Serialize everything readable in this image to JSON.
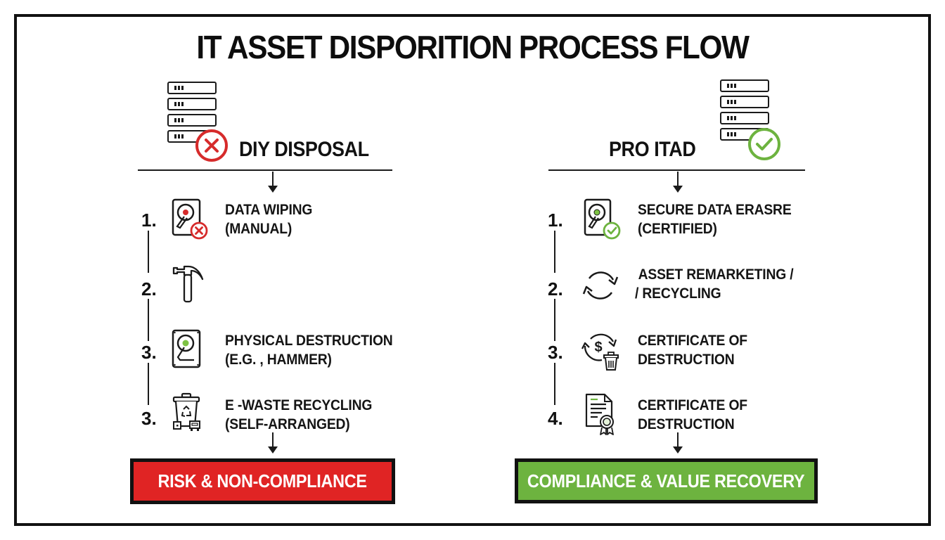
{
  "title": "IT ASSET DISPORITION PROCESS FLOW",
  "colors": {
    "risk_red": "#E02424",
    "success_green": "#6DB33F",
    "ink": "#111111",
    "frame": "#111111"
  },
  "left_column": {
    "heading": "DIY DISPOSAL",
    "header_icon": "server-stack-icon",
    "status_icon": "x-circle-icon",
    "steps": [
      {
        "number": "1.",
        "icon": "hard-drive-x-icon",
        "line1": "DATA WIPING",
        "line2": "(MANUAL)"
      },
      {
        "number": "2.",
        "icon": "hammer-icon",
        "line1": "",
        "line2": ""
      },
      {
        "number": "3.",
        "icon": "hard-drive-icon",
        "line1": "PHYSICAL DESTRUCTION",
        "line2": "(E.G. , HAMMER)"
      },
      {
        "number": "3.",
        "icon": "recycle-bin-icon",
        "line1": "E -WASTE RECYCLING",
        "line2": "(SELF-ARRANGED)"
      }
    ],
    "outcome": "RISK & NON-COMPLIANCE"
  },
  "right_column": {
    "heading": "PRO ITAD",
    "header_icon": "server-stack-icon",
    "status_icon": "check-circle-icon",
    "steps": [
      {
        "number": "1.",
        "icon": "hard-drive-check-icon",
        "line1": "SECURE DATA ERASRE",
        "line2": "(CERTIFIED)"
      },
      {
        "number": "2.",
        "icon": "refresh-cycle-icon",
        "line1": "ASSET REMARKETING /",
        "line2": "/ RECYCLING"
      },
      {
        "number": "3.",
        "icon": "money-cycle-trash-icon",
        "line1": "CERTIFICATE OF",
        "line2": "DESTRUCTION"
      },
      {
        "number": "4.",
        "icon": "certificate-document-icon",
        "line1": "CERTIFICATE OF",
        "line2": "DESTRUCTION"
      }
    ],
    "outcome": "COMPLIANCE & VALUE RECOVERY"
  }
}
